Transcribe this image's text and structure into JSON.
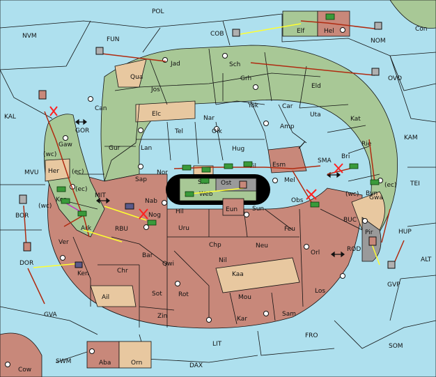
{
  "colors": {
    "sea": "#aee0ee",
    "green": "#a8c896",
    "red": "#c8887a",
    "tan": "#e8c8a0",
    "gray": "#9a9a9a",
    "move_arrow": "#b02a10",
    "support_arrow": "#ffff30",
    "convoy_arrow": "#c030c0",
    "fail_mark": "#ff2020"
  },
  "sea_labels": [
    "POL",
    "NVM",
    "FUN",
    "COB",
    "NOM",
    "Con",
    "OVD",
    "KAL",
    "GOR",
    "KAM",
    "MVU",
    "MIT",
    "SMA",
    "TEI",
    "BOR",
    "RBU",
    "BUC",
    "HUP",
    "ROD",
    "ALT",
    "DOR",
    "GVP",
    "GVA",
    "FRO",
    "SOM",
    "LIT",
    "SWM",
    "DAX",
    "Cow"
  ],
  "land_labels": [
    "Jad",
    "Sch",
    "Elf",
    "Hel",
    "Qua",
    "Jos",
    "Grh",
    "Eld",
    "Can",
    "Elc",
    "Yok",
    "Car",
    "Uta",
    "Kat",
    "Nar",
    "Tel",
    "Olk",
    "Amp",
    "Gaw",
    "Gur",
    "Lan",
    "Hug",
    "Rie",
    "Bri",
    "Esm",
    "Vil",
    "Nor",
    "Skr",
    "Her",
    "Sap",
    "Mel",
    "Byn",
    "Ost",
    "Web",
    "Kor",
    "Nab",
    "Eun",
    "Sun",
    "Obs",
    "Gwa",
    "Nog",
    "Hil",
    "Pir",
    "Ark",
    "Uru",
    "Feu",
    "Ver",
    "Chp",
    "Neu",
    "Orl",
    "Bar",
    "Qwi",
    "Nil",
    "Chr",
    "Ken",
    "Kaa",
    "Ail",
    "Sot",
    "Rot",
    "Mou",
    "Los",
    "Zin",
    "Kar",
    "Sam",
    "Aba",
    "Orn"
  ],
  "coast_tags": [
    "(wc)",
    "(ec)",
    "(ec)",
    "(wc)",
    "(wc)",
    "(ec)"
  ],
  "units": {
    "armies": 14,
    "fleets": 11
  }
}
